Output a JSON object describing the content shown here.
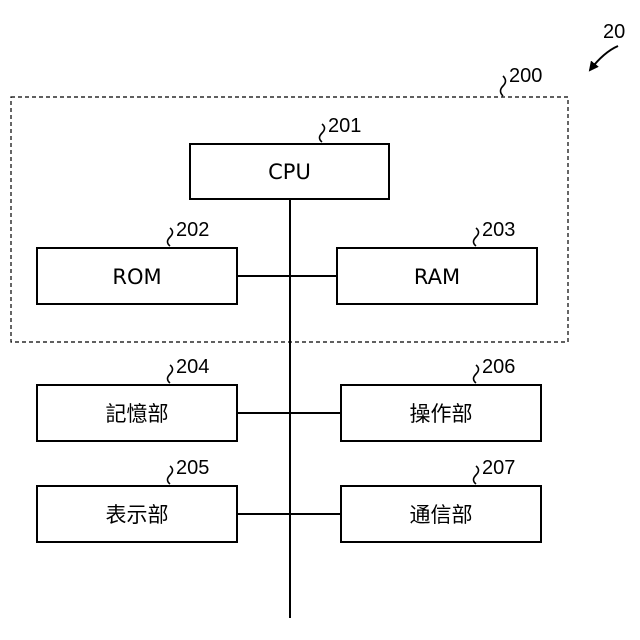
{
  "figure": {
    "ref_device": "20",
    "ref_group": "200"
  },
  "blocks": {
    "cpu": {
      "label": "CPU",
      "ref": "201"
    },
    "rom": {
      "label": "ROM",
      "ref": "202"
    },
    "ram": {
      "label": "RAM",
      "ref": "203"
    },
    "storage": {
      "label": "記憶部",
      "ref": "204"
    },
    "display": {
      "label": "表示部",
      "ref": "205"
    },
    "operation": {
      "label": "操作部",
      "ref": "206"
    },
    "communication": {
      "label": "通信部",
      "ref": "207"
    }
  }
}
